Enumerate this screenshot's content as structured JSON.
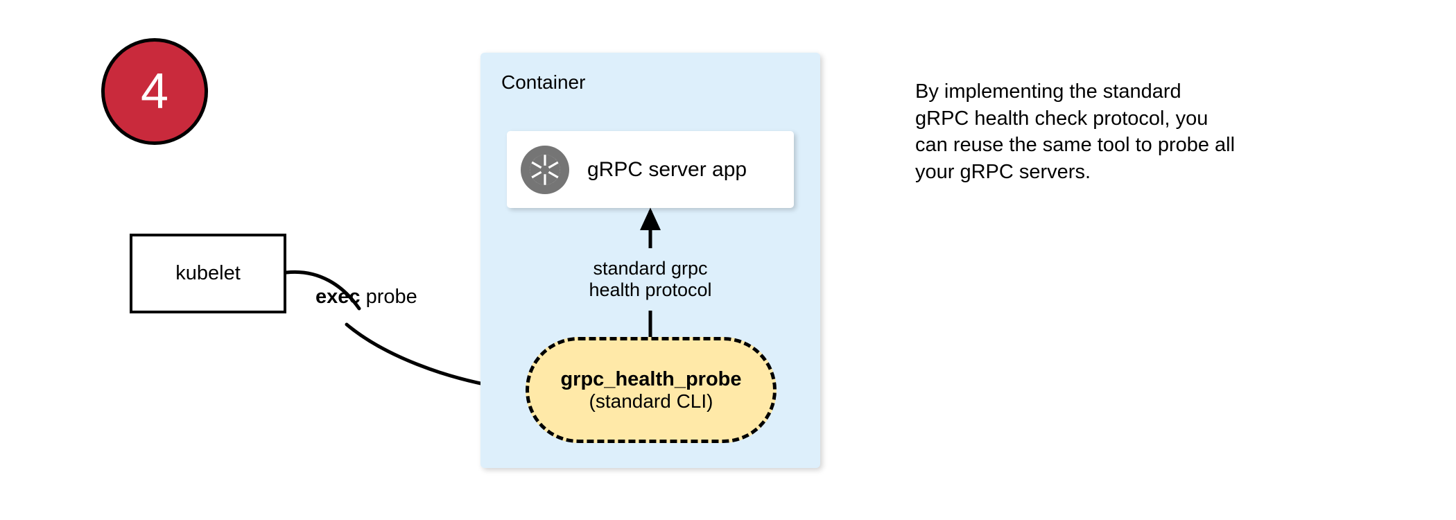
{
  "diagram": {
    "step_badge": {
      "number": "4",
      "fill_color": "#C92A3C",
      "text_color": "#FFFFFF",
      "border_color": "#000000"
    },
    "kubelet": {
      "label": "kubelet"
    },
    "exec_edge": {
      "label_bold": "exec",
      "label_rest": " probe"
    },
    "container": {
      "title": "Container",
      "fill_color": "#DDEFFB"
    },
    "grpc_app": {
      "label": "gRPC server app",
      "icon": "aperture-icon",
      "icon_color": "#757575"
    },
    "protocol_edge": {
      "line1": "standard grpc",
      "line2": "health protocol"
    },
    "probe": {
      "title": "grpc_health_probe",
      "subtitle": "(standard CLI)",
      "fill_color": "#FFE9A8",
      "border_style": "dashed"
    },
    "caption": {
      "line1": "By implementing the standard",
      "line2": "gRPC health check protocol, you",
      "line3": "can reuse the same tool to probe all",
      "line4": "your gRPC servers."
    }
  }
}
